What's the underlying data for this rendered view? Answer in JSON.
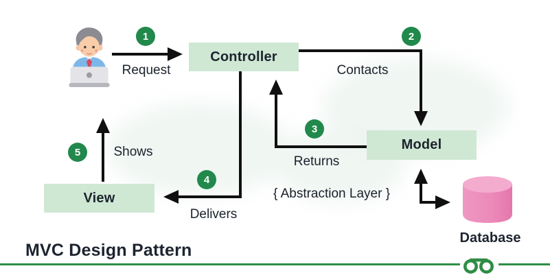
{
  "title": "MVC Design Pattern",
  "nodes": {
    "controller": {
      "label": "Controller"
    },
    "model": {
      "label": "Model"
    },
    "view": {
      "label": "View"
    },
    "database": {
      "label": "Database"
    }
  },
  "steps": [
    {
      "num": "1",
      "label": "Request"
    },
    {
      "num": "2",
      "label": "Contacts"
    },
    {
      "num": "3",
      "label": "Returns"
    },
    {
      "num": "4",
      "label": "Delivers"
    },
    {
      "num": "5",
      "label": "Shows"
    }
  ],
  "annotations": {
    "abstraction_layer": "{ Abstraction Layer }"
  },
  "icons": {
    "user": "user-at-laptop-icon",
    "database": "database-cylinder-icon",
    "logo": "geeksforgeeks-logo"
  },
  "colors": {
    "node_fill": "#cfe8d4",
    "badge_green": "#21894b",
    "brand_green": "#2f8d46",
    "arrow_black": "#101010",
    "database_pink": "#ec89b9",
    "database_pink_light": "#f3abce",
    "text_dark": "#1d242e"
  }
}
